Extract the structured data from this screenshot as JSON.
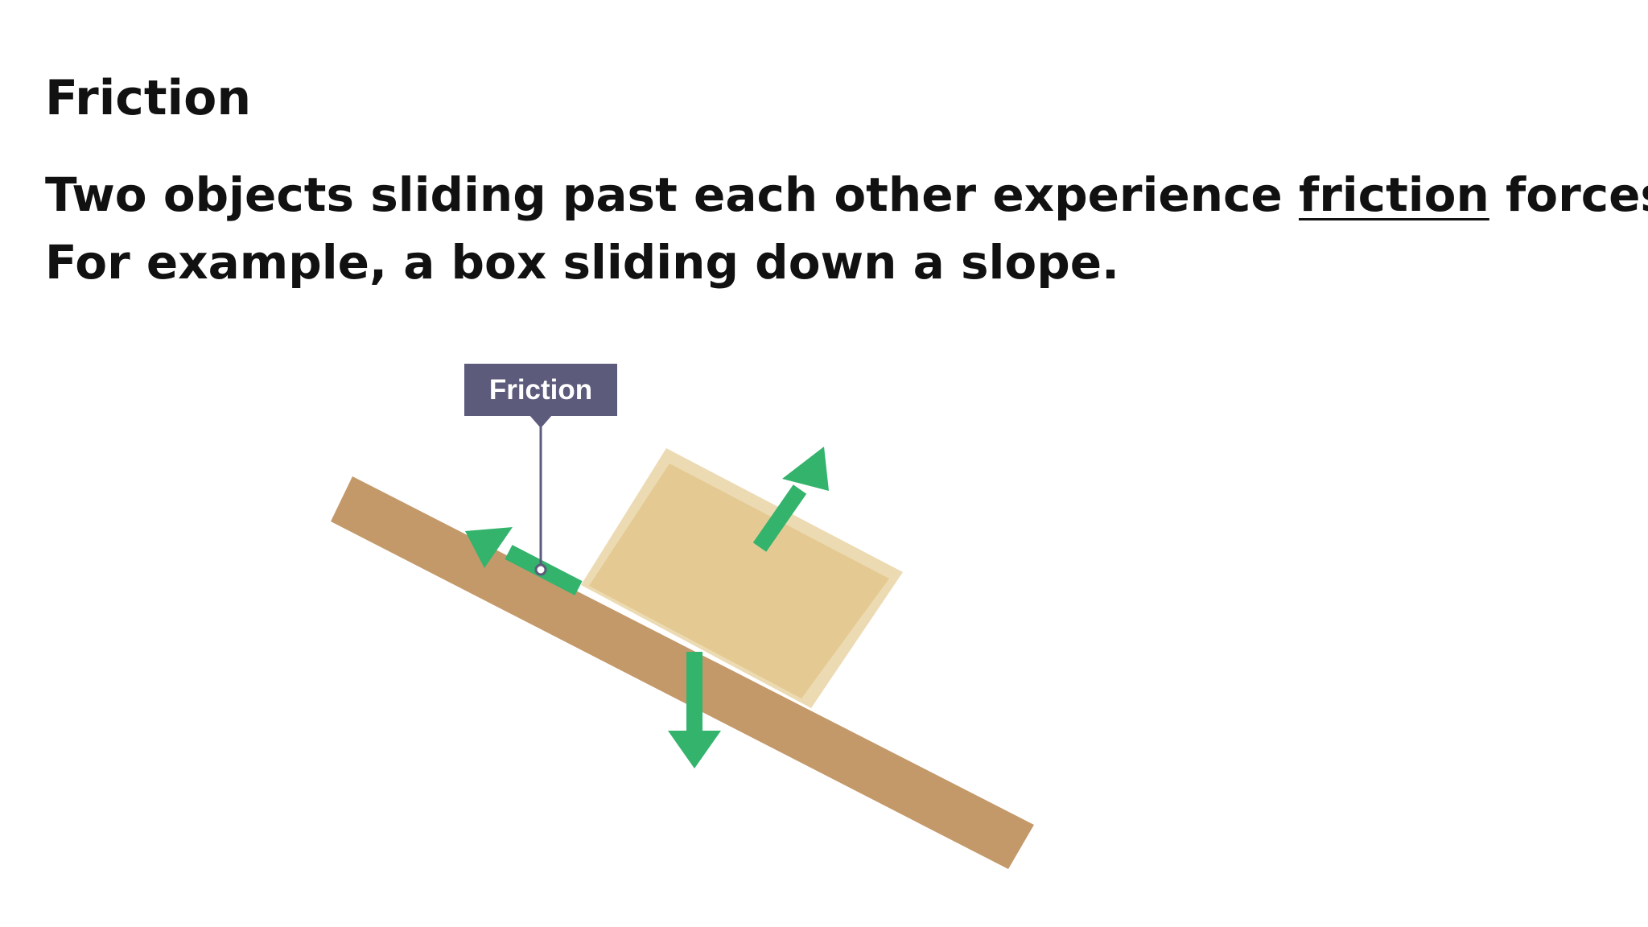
{
  "slide": {
    "title": "Friction",
    "line1_before": "Two objects sliding past each other experience ",
    "line1_term": "friction",
    "line1_after": " forces.",
    "line2": "For example, a box sliding down a slope."
  },
  "diagram": {
    "label": "Friction",
    "colors": {
      "slope": "#c4996a",
      "box_face": "#e4ca92",
      "box_edge": "#ecdab2",
      "arrow": "#33b36c",
      "label_bg": "#5d5b7c",
      "leader": "#5d5b7c"
    }
  }
}
